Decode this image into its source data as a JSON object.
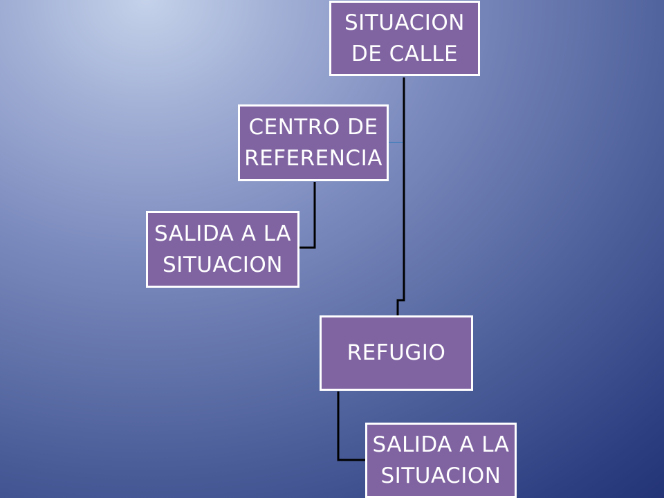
{
  "diagram": {
    "nodes": {
      "situacion_calle": {
        "label": "SITUACION DE CALLE"
      },
      "centro_referencia": {
        "label": "CENTRO DE REFERENCIA"
      },
      "salida_situacion_1": {
        "label": "SALIDA A LA SITUACION"
      },
      "refugio": {
        "label": "REFUGIO"
      },
      "salida_situacion_2": {
        "label": "SALIDA A LA SITUACION"
      }
    },
    "edges": [
      {
        "from": "situacion_calle",
        "to": "refugio"
      },
      {
        "from": "situacion_calle",
        "to": "centro_referencia"
      },
      {
        "from": "centro_referencia",
        "to": "salida_situacion_1"
      },
      {
        "from": "refugio",
        "to": "salida_situacion_2"
      }
    ],
    "colors": {
      "node_fill": "#8064a2",
      "node_border": "#ffffff",
      "node_text": "#ffffff",
      "connector": "#000000",
      "connector_light": "#4f81bd"
    }
  }
}
